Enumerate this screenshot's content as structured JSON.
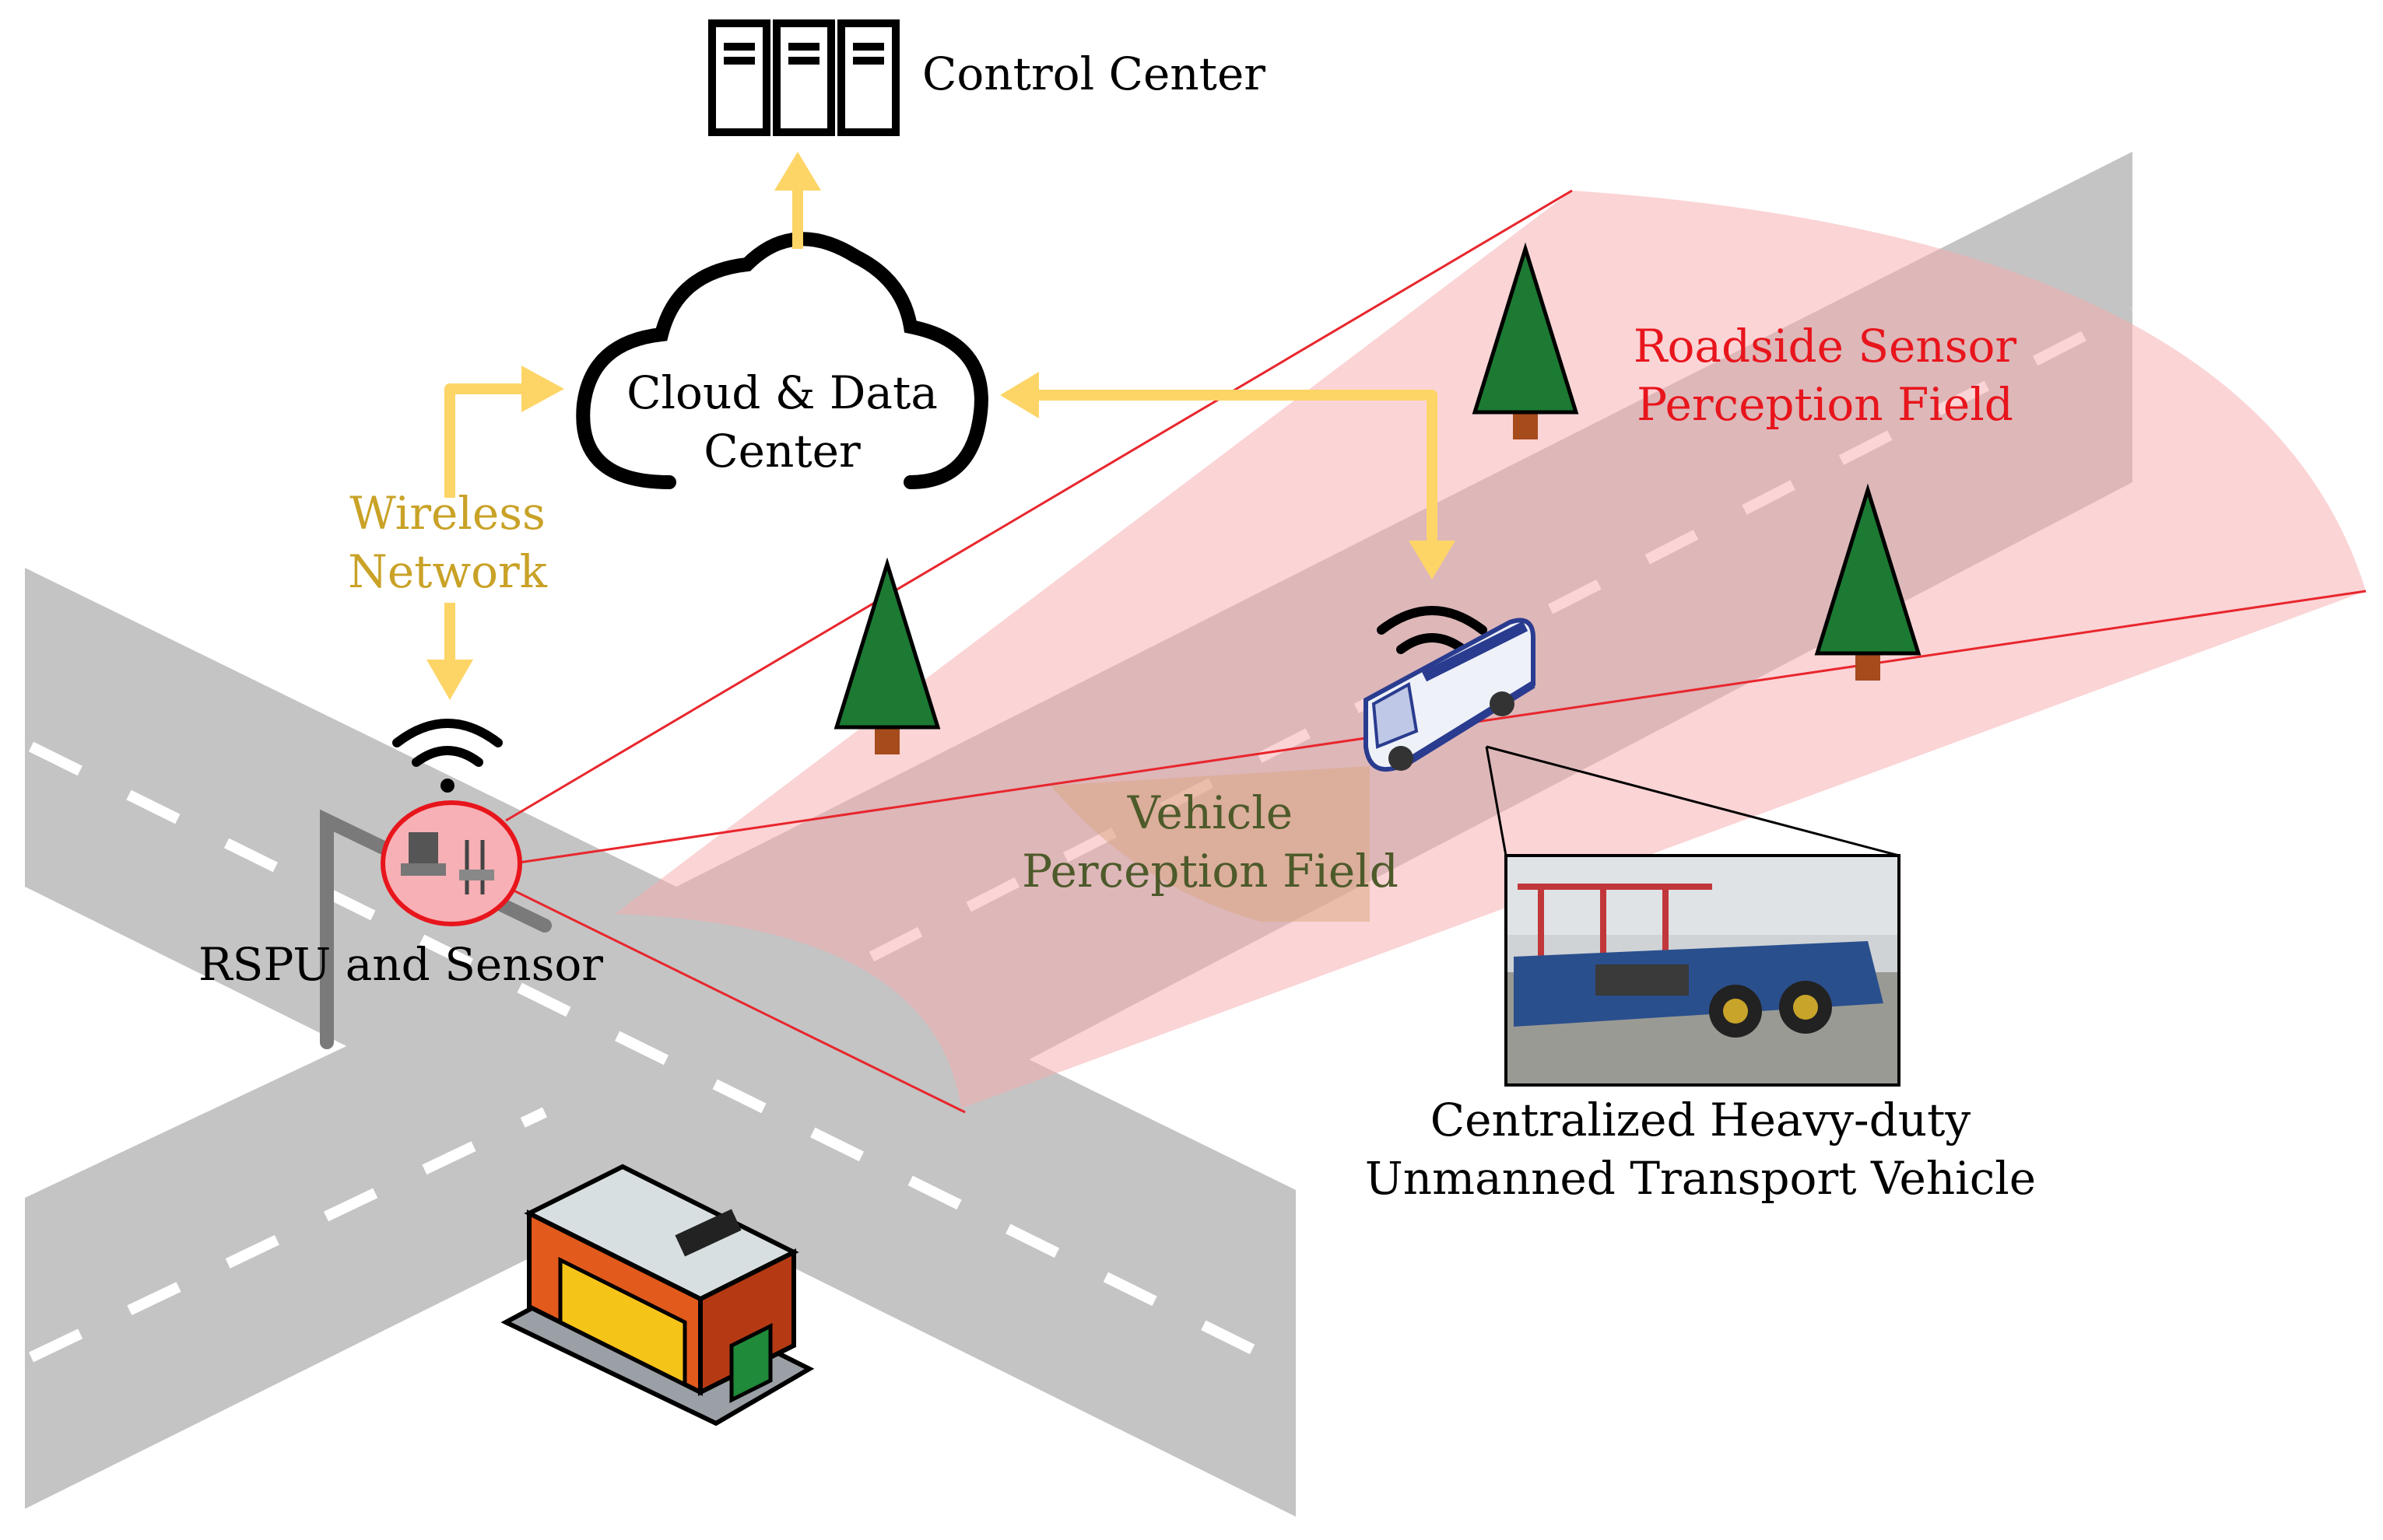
{
  "labels": {
    "control_center": "Control Center",
    "cloud_line1": "Cloud & Data",
    "cloud_line2": "Center",
    "wireless_line1": "Wireless",
    "wireless_line2": "Network",
    "roadside_line1": "Roadside Sensor",
    "roadside_line2": "Perception Field",
    "vehicle_line1": "Vehicle",
    "vehicle_line2": "Perception Field",
    "rspu": "RSPU and Sensor",
    "centralized_line1": "Centralized Heavy-duty",
    "centralized_line2": "Unmanned Transport Vehicle"
  },
  "colors": {
    "road": "#c4c4c4",
    "lane_marking": "#ffffff",
    "perception_field": "#f7a9ae",
    "perception_field_line": "#e8262d",
    "vehicle_field": "#bfa55c",
    "arrow": "#fdd567",
    "wireless_text": "#c9a227",
    "roadside_text": "#e8151c",
    "vehicle_text": "#4d5a2a",
    "tree": "#1c7a33",
    "black": "#000000"
  }
}
